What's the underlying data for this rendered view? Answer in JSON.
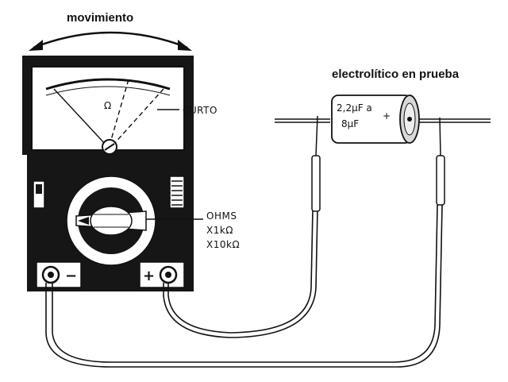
{
  "labels": {
    "movement": "movimiento",
    "capacitor_under_test": "electrolítico en prueba",
    "short": "CURTO",
    "ohms": "OHMS",
    "range_1k": "X1kΩ",
    "range_10k": "X10kΩ"
  },
  "meter": {
    "scale_symbol": "Ω",
    "negative_terminal": "−",
    "positive_terminal": "+"
  },
  "capacitor": {
    "value_line_1": "2,2μF a",
    "value_line_2": "8μF",
    "polarity": "+"
  },
  "colors": {
    "ink": "#111111",
    "background": "#ffffff"
  }
}
